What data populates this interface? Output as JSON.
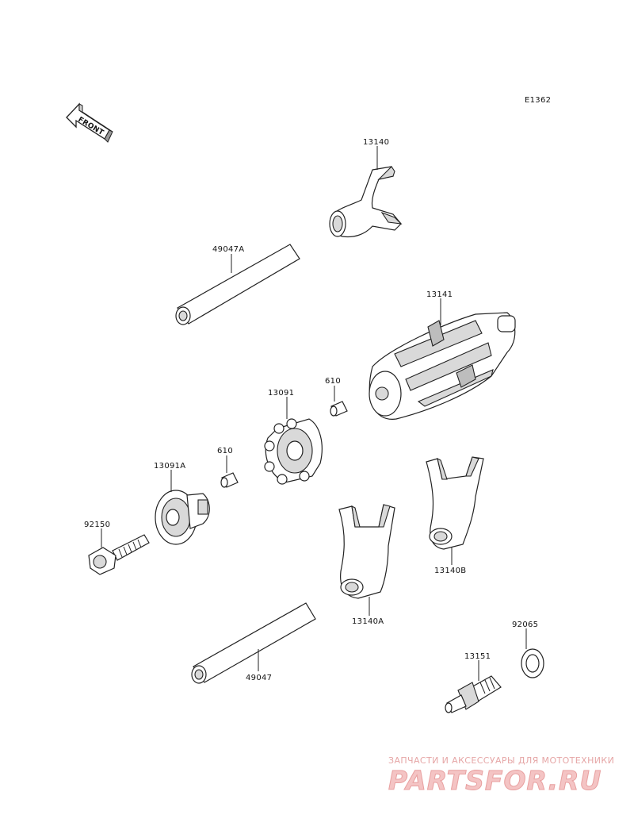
{
  "diagram_code": "E1362",
  "front_label": "FRONT",
  "labels": {
    "p13140": "13140",
    "p49047A": "49047A",
    "p13141": "13141",
    "p610_upper": "610",
    "p13091": "13091",
    "p610_lower": "610",
    "p13091A": "13091A",
    "p92150": "92150",
    "p13140B": "13140B",
    "p13140A": "13140A",
    "p92065": "92065",
    "p13151": "13151",
    "p49047": "49047"
  },
  "watermark": {
    "tagline": "ЗАПЧАСТИ И АКСЕССУАРЫ ДЛЯ МОТОТЕХНИКИ",
    "logo": "PARTSFOR.RU"
  }
}
